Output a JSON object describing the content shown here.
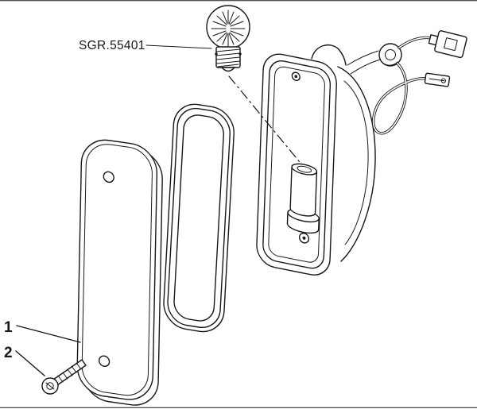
{
  "colors": {
    "line": "#161616",
    "background": "#ffffff"
  },
  "labels": {
    "bulb_ref": "SGR.55401",
    "item_1": "1",
    "item_2": "2"
  }
}
